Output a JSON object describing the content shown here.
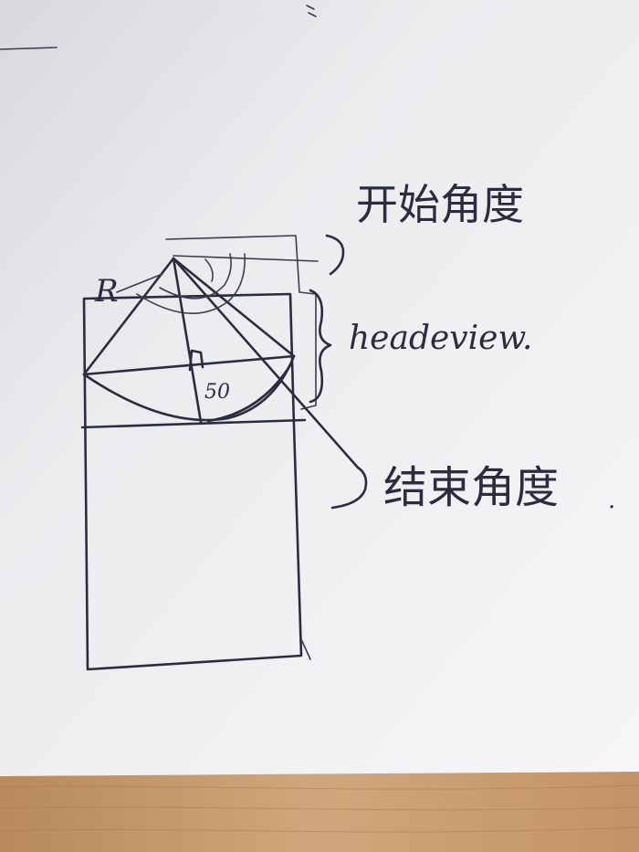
{
  "labels": {
    "start_angle": "开始角度",
    "header_view": "headeview.",
    "end_angle": "结束角度",
    "radius": "R",
    "distance": "50",
    "end_dot": "."
  },
  "colors": {
    "paper": "#f2f2f4",
    "ink": "#2b2d3e",
    "table": "#c9a27a"
  }
}
